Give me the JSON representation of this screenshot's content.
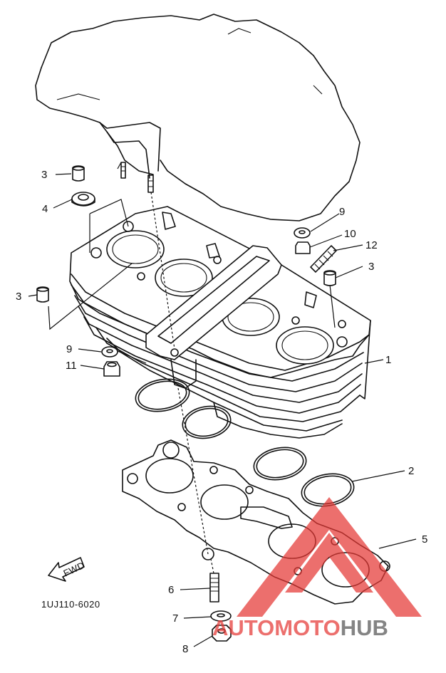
{
  "callouts": [
    {
      "id": "c1",
      "label": "1"
    },
    {
      "id": "c2",
      "label": "2"
    },
    {
      "id": "c3a",
      "label": "3"
    },
    {
      "id": "c3b",
      "label": "3"
    },
    {
      "id": "c3c",
      "label": "3"
    },
    {
      "id": "c4",
      "label": "4"
    },
    {
      "id": "c5",
      "label": "5"
    },
    {
      "id": "c6",
      "label": "6"
    },
    {
      "id": "c7",
      "label": "7"
    },
    {
      "id": "c8",
      "label": "8"
    },
    {
      "id": "c9a",
      "label": "9"
    },
    {
      "id": "c9b",
      "label": "9"
    },
    {
      "id": "c10",
      "label": "10"
    },
    {
      "id": "c11",
      "label": "11"
    },
    {
      "id": "c12",
      "label": "12"
    }
  ],
  "fwd_label": "FWD",
  "diagram_code": "1UJ110-6020",
  "watermark": {
    "part1": "AUTO",
    "part2": "MOTO",
    "part3": "HUB",
    "accent_color": "#e53935",
    "dark_color": "#555555"
  }
}
